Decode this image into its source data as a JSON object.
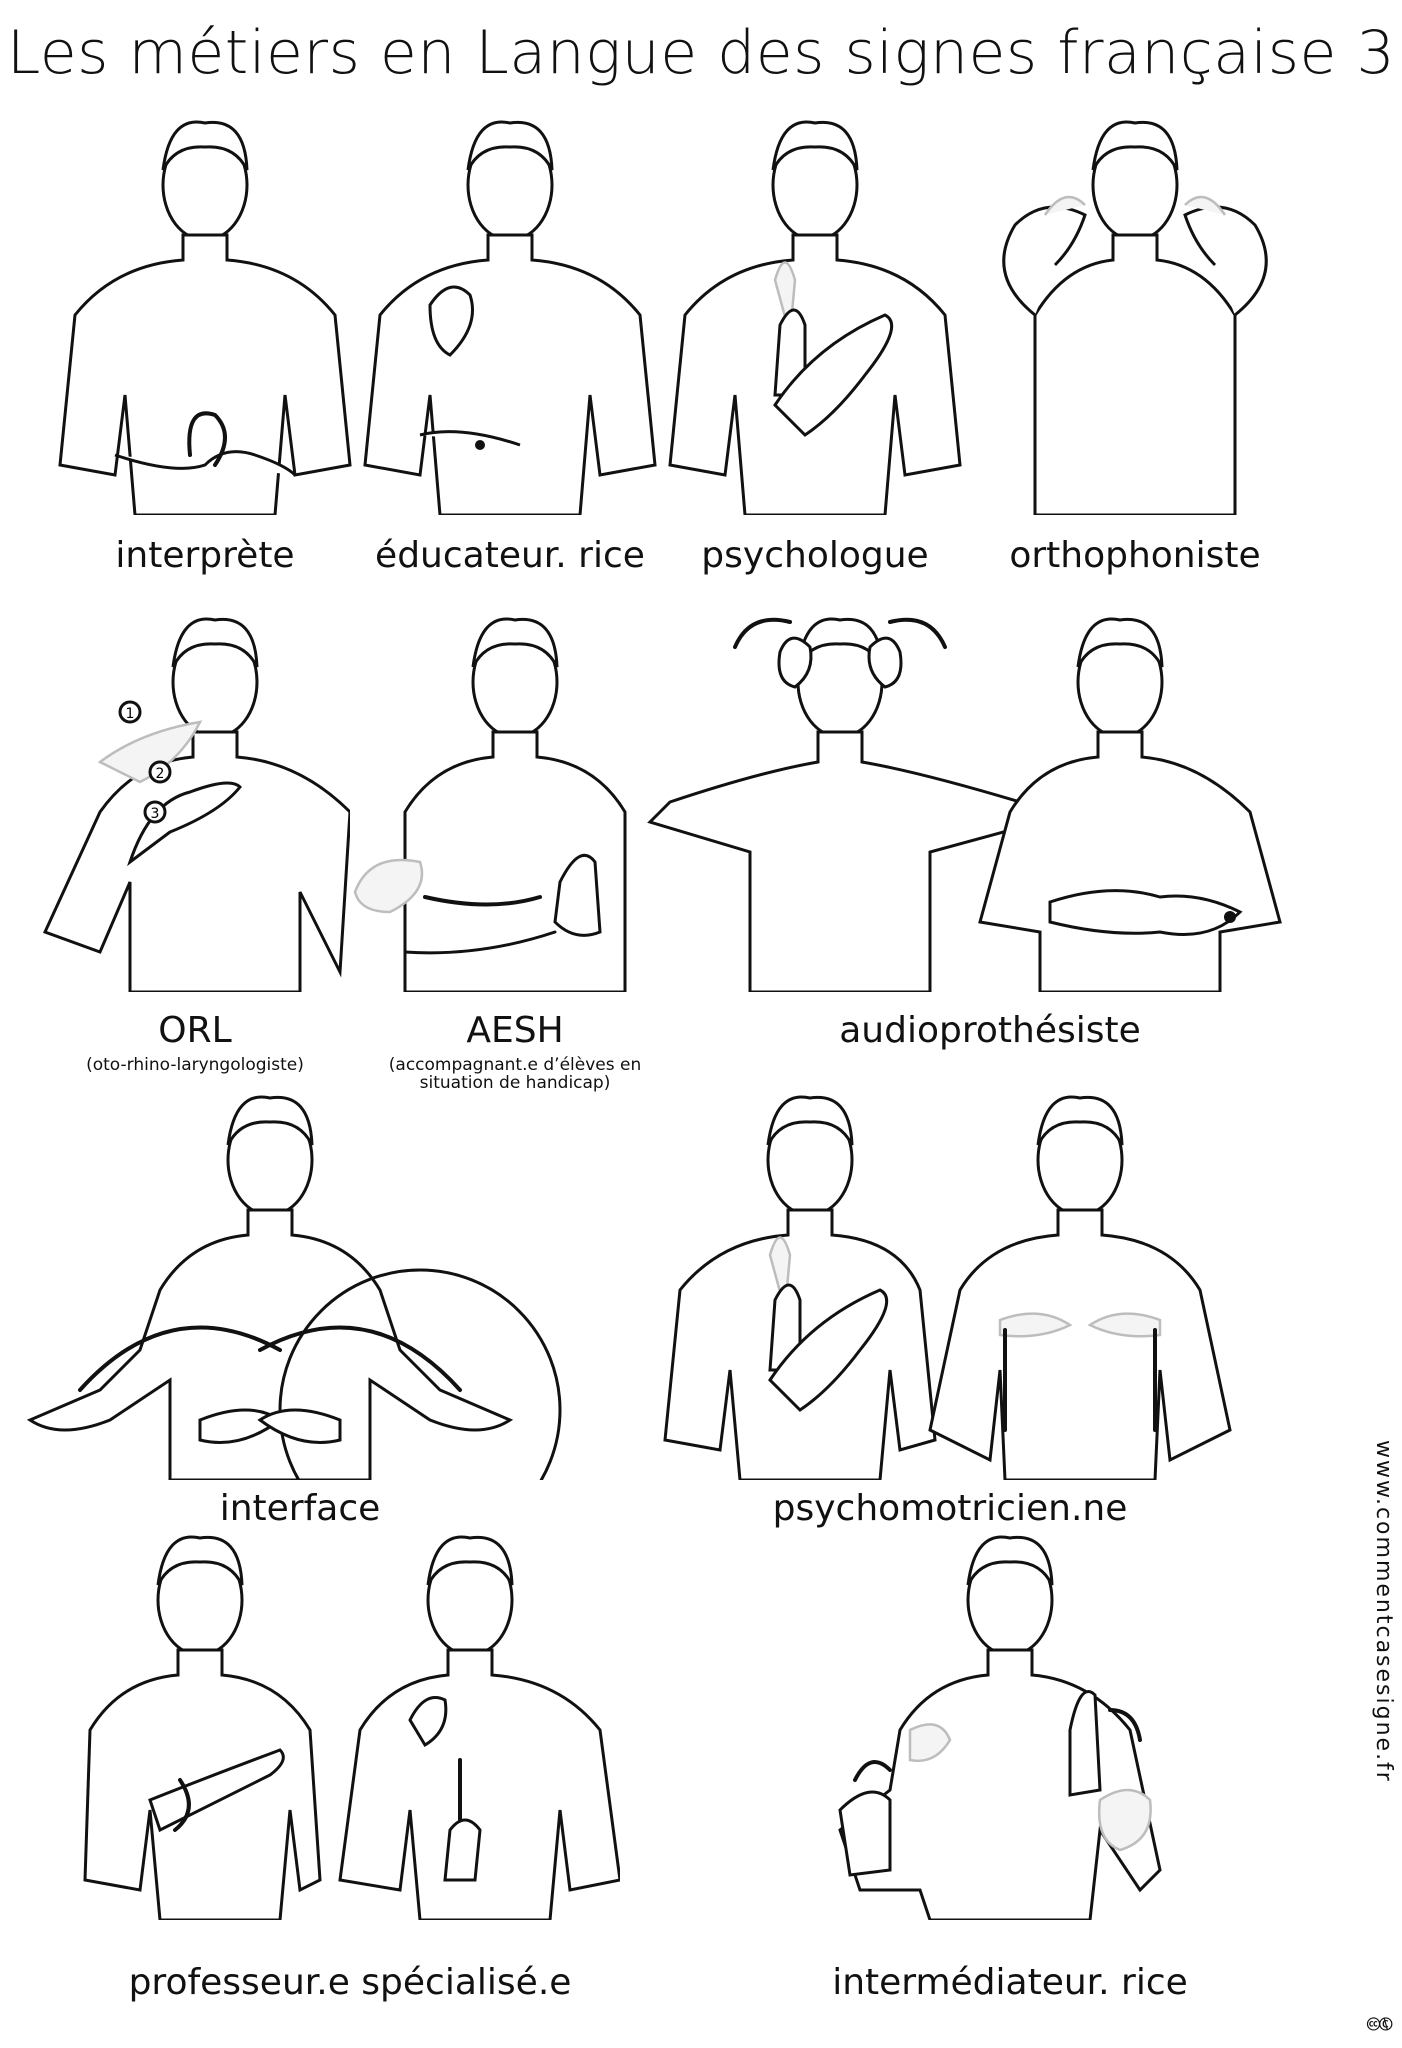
{
  "title": "Les métiers en Langue des signes française 3",
  "signs": [
    {
      "label": "interprète",
      "sublabel": ""
    },
    {
      "label": "éducateur. rice",
      "sublabel": ""
    },
    {
      "label": "psychologue",
      "sublabel": ""
    },
    {
      "label": "orthophoniste",
      "sublabel": ""
    },
    {
      "label": "ORL",
      "sublabel": "(oto-rhino-laryngologiste)"
    },
    {
      "label": "AESH",
      "sublabel": "(accompagnant.e d’élèves en situation de handicap)"
    },
    {
      "label": "audioprothésiste",
      "sublabel": ""
    },
    {
      "label": "interface",
      "sublabel": ""
    },
    {
      "label": "psychomotricien.ne",
      "sublabel": ""
    },
    {
      "label": "professeur.e spécialisé.e",
      "sublabel": ""
    },
    {
      "label": "intermédiateur. rice",
      "sublabel": ""
    }
  ],
  "orl_steps": [
    "1",
    "2",
    "3"
  ],
  "website": "www.commentcasesigne.fr",
  "license": "🅭🅮"
}
